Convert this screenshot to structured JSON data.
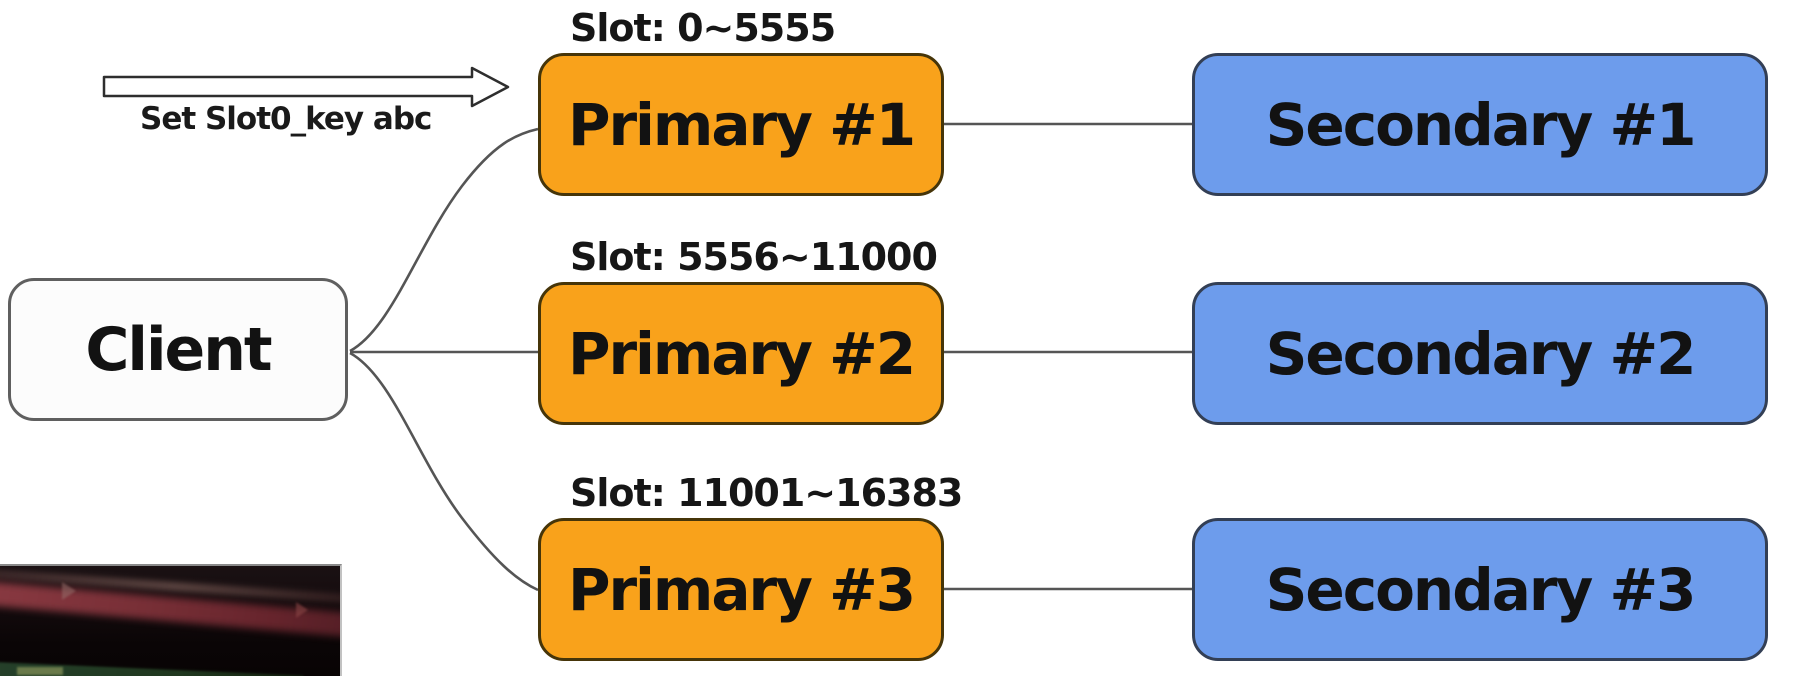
{
  "diagram": {
    "description": "Redis cluster slot sharding diagram",
    "client": {
      "label": "Client"
    },
    "request_arrow": {
      "label": "Set Slot0_key abc"
    },
    "rows": [
      {
        "slot_label": "Slot: 0~5555",
        "primary": "Primary #1",
        "secondary": "Secondary #1"
      },
      {
        "slot_label": "Slot: 5556~11000",
        "primary": "Primary #2",
        "secondary": "Secondary #2"
      },
      {
        "slot_label": "Slot: 11001~16383",
        "primary": "Primary #3",
        "secondary": "Secondary #3"
      }
    ],
    "colors": {
      "primary_fill": "#f9a21b",
      "primary_border": "#463509",
      "secondary_fill": "#6d9cec",
      "secondary_border": "#333f55",
      "client_fill": "#fcfcfc",
      "client_border": "#5f5f5f",
      "connector_line": "#555555",
      "arrow_fill": "#ffffff",
      "arrow_stroke": "#2e2e2e",
      "text": "#121212",
      "background": "#ffffff"
    }
  }
}
